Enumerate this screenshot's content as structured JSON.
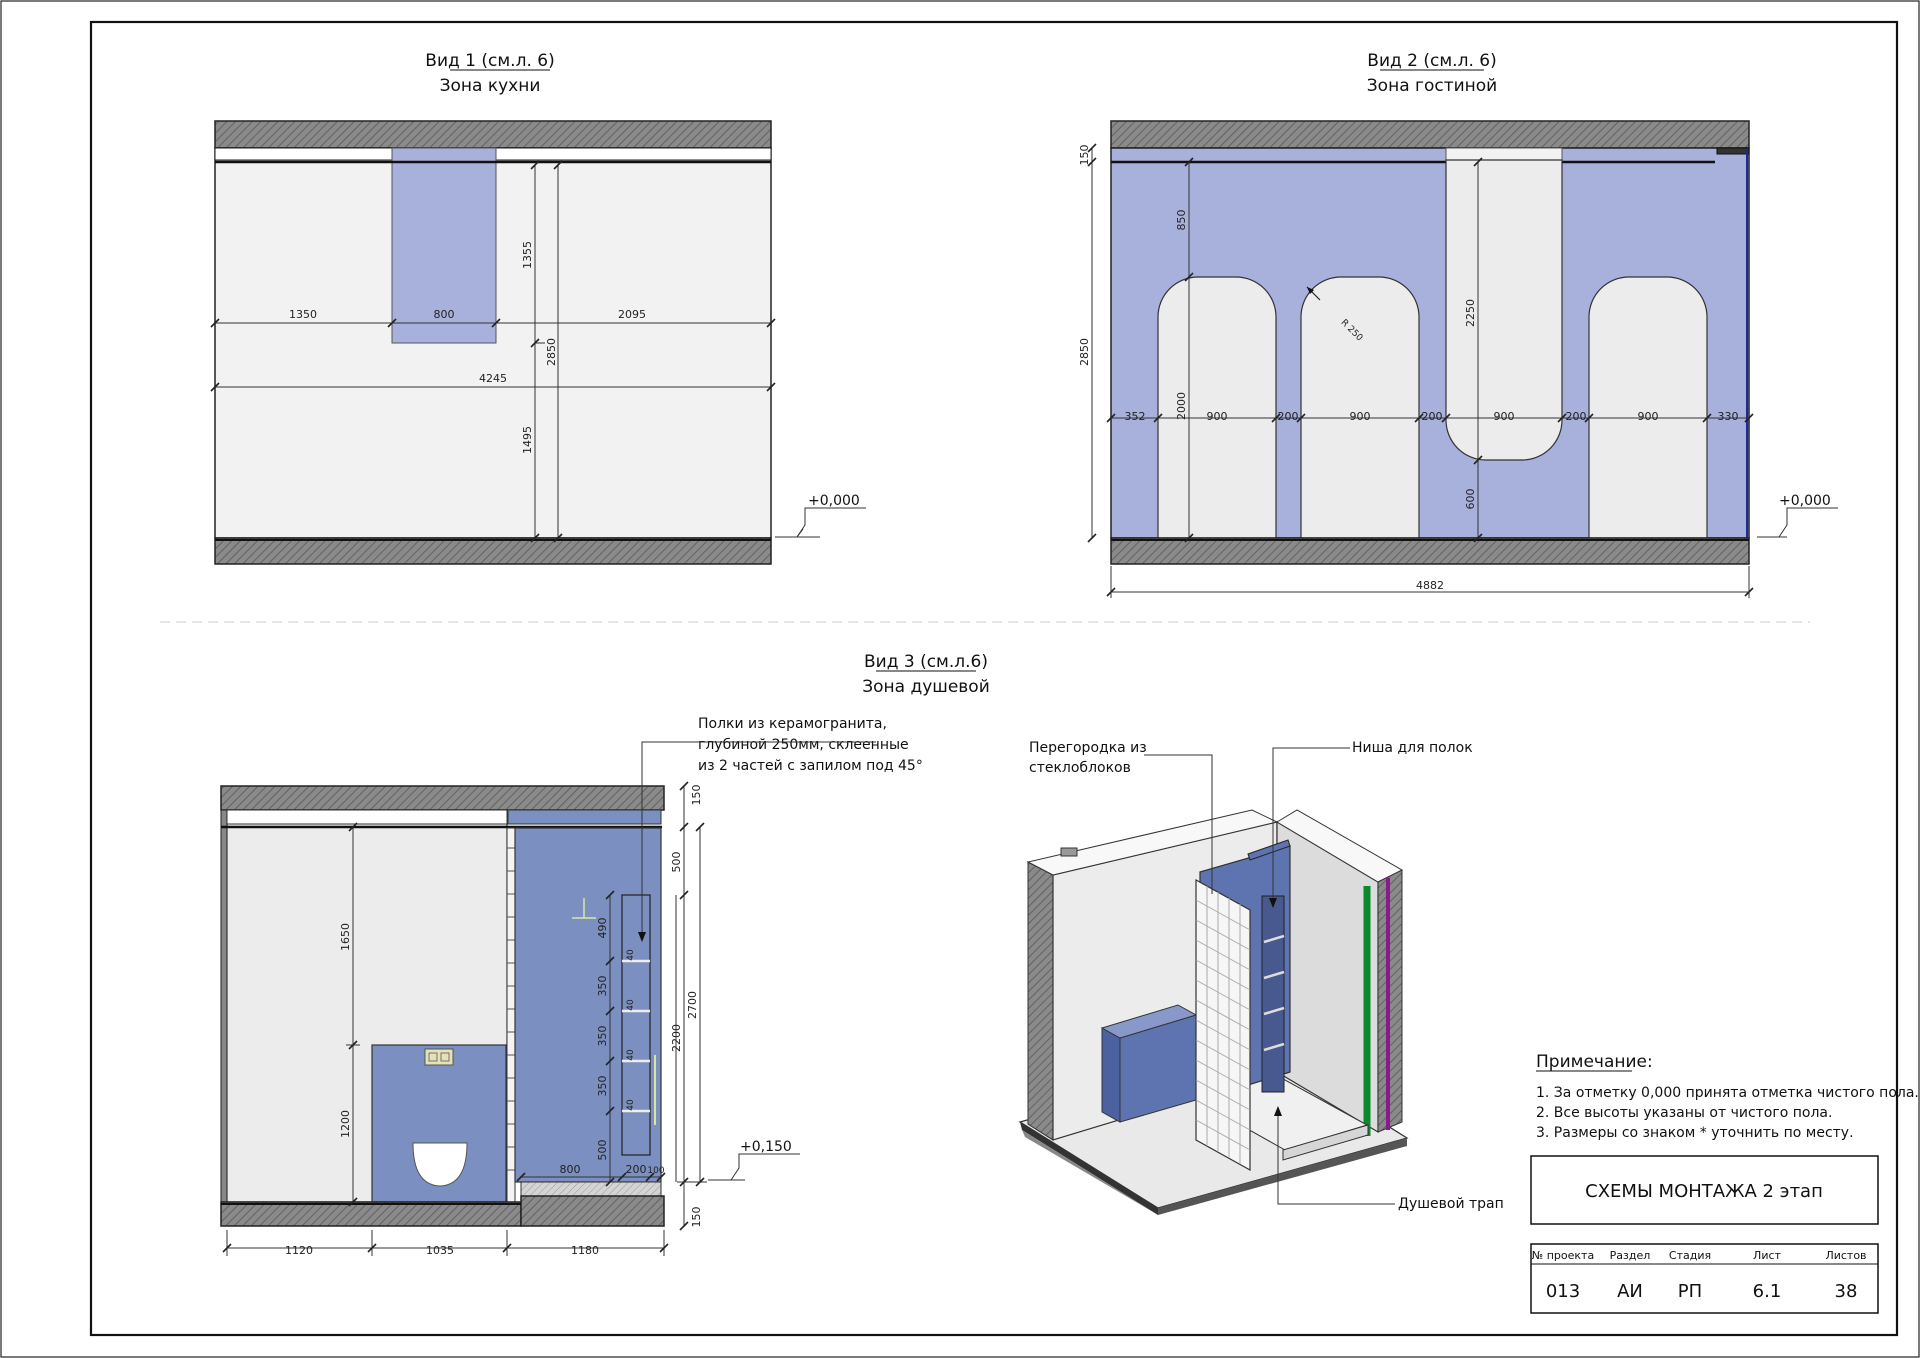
{
  "views": {
    "v1": {
      "title": "Вид 1 (см.л. 6)",
      "subtitle": "Зона кухни",
      "level": "+0,000",
      "dims": {
        "d1350": "1350",
        "d800": "800",
        "d2095": "2095",
        "d4245": "4245",
        "d1355": "1355",
        "d2850": "2850",
        "d1495": "1495"
      }
    },
    "v2": {
      "title": "Вид 2 (см.л. 6)",
      "subtitle": "Зона гостиной",
      "level": "+0,000",
      "dims": {
        "d150": "150",
        "d850": "850",
        "d2850": "2850",
        "d2000": "2000",
        "d2250": "2250",
        "d600": "600",
        "d352": "352",
        "d900a": "900",
        "d200a": "200",
        "d900b": "900",
        "d200b": "200",
        "d900c": "900",
        "d200c": "200",
        "d900d": "900",
        "d330": "330",
        "d4882": "4882",
        "radius": "R 250"
      }
    },
    "v3": {
      "title": "Вид 3 (см.л.6)",
      "subtitle": "Зона душевой",
      "level": "+0,150",
      "dims": {
        "d150t": "150",
        "d500t": "500",
        "d2700": "2700",
        "d2200": "2200",
        "d150b": "150",
        "d1650": "1650",
        "d1200": "1200",
        "d490": "490",
        "d350a": "350",
        "d350b": "350",
        "d350c": "350",
        "d500b": "500",
        "d40a": "40",
        "d40b": "40",
        "d40c": "40",
        "d40d": "40",
        "d800": "800",
        "d200": "200",
        "d100": "100",
        "d1120": "1120",
        "d1035": "1035",
        "d1180": "1180"
      }
    }
  },
  "callouts": {
    "shelves": [
      "Полки из керамогранита,",
      "глубиной 250мм, склеенные",
      "из 2 частей с запилом под 45°"
    ],
    "partition": [
      "Перегородка из",
      "стеклоблоков"
    ],
    "niche": "Ниша для полок",
    "drain": "Душевой трап"
  },
  "notes": {
    "title": "Примечание:",
    "items": [
      "1. За отметку  0,000 принята  отметка чистого пола.",
      "2. Все высоты указаны от чистого пола.",
      "3. Размеры со знаком *  уточнить по месту."
    ]
  },
  "stamp": {
    "title": "СХЕМЫ МОНТАЖА 2 этап",
    "headers": [
      "№ проекта",
      "Раздел",
      "Стадия",
      "Лист",
      "Листов"
    ],
    "values": [
      "013",
      "АИ",
      "РП",
      "6.1",
      "38"
    ]
  },
  "colors": {
    "wall_blue": "#a8b0dc",
    "tile_blue": "#7b8fc0",
    "light_grey": "#f2f2f2",
    "hatch_grey": "#7a7a7a"
  }
}
